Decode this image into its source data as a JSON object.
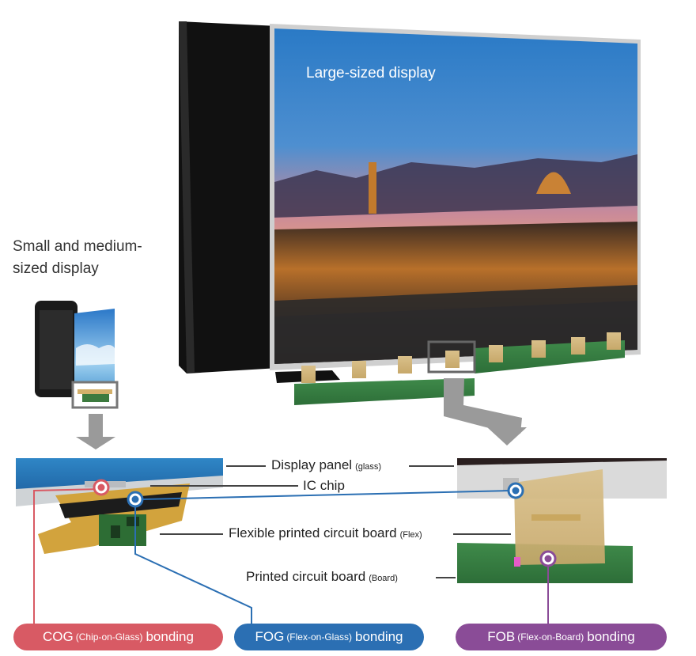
{
  "titles": {
    "large": "Large-sized display",
    "small_line1": "Small and medium-",
    "small_line2": "sized display"
  },
  "callouts": {
    "display_panel": {
      "main": "Display panel",
      "sub": "(glass)"
    },
    "ic_chip": {
      "main": "IC chip"
    },
    "flex": {
      "main": "Flexible printed circuit board",
      "sub": "(Flex)"
    },
    "board": {
      "main": "Printed circuit board",
      "sub": "(Board)"
    }
  },
  "bondings": [
    {
      "main": "COG",
      "sub": "(Chip-on-Glass)",
      "suffix": "bonding",
      "color": "#d85a64"
    },
    {
      "main": "FOG",
      "sub": "(Flex-on-Glass)",
      "suffix": "bonding",
      "color": "#2b6fb3"
    },
    {
      "main": "FOB",
      "sub": "(Flex-on-Board)",
      "suffix": "bonding",
      "color": "#8a4c97"
    }
  ]
}
